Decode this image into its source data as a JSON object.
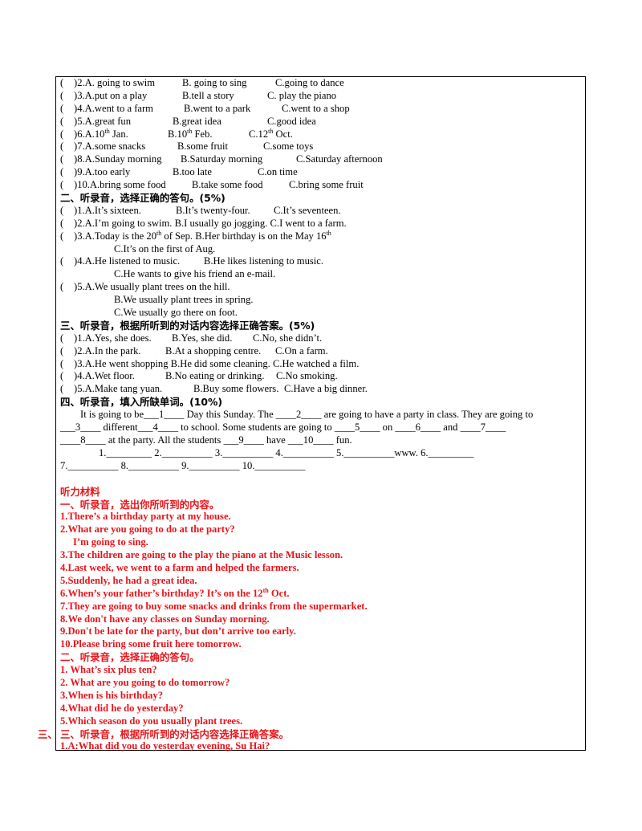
{
  "part1": [
    {
      "b": "(",
      "n": ")2.A. going to swim",
      "c": [
        [
          "B. going to sing",
          152
        ],
        [
          "C.going to dance",
          268
        ]
      ]
    },
    {
      "b": "(",
      "n": ")3.A.put on a play",
      "c": [
        [
          "B.tell a story",
          152
        ],
        [
          "C. play the piano",
          258
        ]
      ]
    },
    {
      "b": "(",
      "n": ")4.A.went to a farm",
      "c": [
        [
          "B.went to a park",
          154
        ],
        [
          "C.went to a shop",
          276
        ]
      ]
    },
    {
      "b": "(",
      "n": ")5.A.great fun",
      "c": [
        [
          "B.great idea",
          140
        ],
        [
          "C.good idea",
          258
        ]
      ]
    }
  ],
  "q6": {
    "b": "(",
    "n": ")6.A.10",
    "s1": "th",
    "t1": " Jan.",
    "b2": "B.10",
    "s2": "th",
    "t2": " Feb.",
    "c2": "C.12",
    "s3": "th",
    "t3": " Oct."
  },
  "part1b": [
    {
      "b": "(",
      "n": ")7.A.some snacks",
      "c": [
        [
          "B.some fruit",
          146
        ],
        [
          "C.some toys",
          253
        ]
      ]
    },
    {
      "b": "(",
      "n": ")8.A.Sunday morning",
      "c": [
        [
          "B.Saturday morning",
          150
        ],
        [
          "C.Saturday afternoon",
          294
        ]
      ]
    },
    {
      "b": "(",
      "n": ")9.A.too early",
      "c": [
        [
          "B.too late",
          140
        ],
        [
          "C.on time",
          246
        ]
      ]
    },
    {
      "b": "(",
      "n": ")10.A.bring some food",
      "c": [
        [
          "B.take some food",
          164
        ],
        [
          "C.bring some fruit",
          285
        ]
      ]
    }
  ],
  "h2": "二、听录音，选择正确的答句。(5%)",
  "part2": {
    "q1": {
      "b": "(",
      "n": ")1.A.It’s sixteen.",
      "c": [
        [
          "B.It’s twenty-four.",
          127
        ],
        [
          "C.It’s seventeen.",
          249
        ]
      ]
    },
    "q2": {
      "b": "(",
      "n": ")2.A.I’m going to swim. B.I usually go jogging. C.I went to a farm."
    },
    "q3a": "(",
    "q3b": ")3.A.Today is the 20",
    "q3s": "th",
    "q3c": " of Sep. B.Her birthday is on the May 16",
    "q3s2": "th",
    "q3d": "C.It’s on the first of Aug.",
    "q4": {
      "b": "(",
      "n": ")4.A.He listened to music.",
      "c": [
        [
          "B.He likes listening to music.",
          162
        ]
      ]
    },
    "q4c": "C.He wants to give his friend an e-mail.",
    "q5": {
      "b": "(",
      "n": ")5.A.We usually plant trees on the hill."
    },
    "q5b": "B.We usually plant trees in spring.",
    "q5c": "C.We usually go there on foot."
  },
  "h3": "三、听录音，根据所听到的对话内容选择正确答案。(5%)",
  "part3": [
    {
      "b": "(",
      "n": ")1.A.Yes, she does.",
      "c": [
        [
          "B.Yes, she did.",
          140
        ],
        [
          "C.No, she didn’t.",
          241
        ]
      ]
    },
    {
      "b": "(",
      "n": ")2.A.In the park.",
      "c": [
        [
          "B.At a shopping centre.",
          117
        ],
        [
          "C.On a farm.",
          254
        ]
      ]
    },
    {
      "b": "(",
      "n": ")3.A.He went shopping B.He did some cleaning. C.He watched a film."
    },
    {
      "b": "(",
      "n": ")4.A.Wet floor.",
      "c": [
        [
          "B.No eating or drinking.",
          117
        ],
        [
          "C.No smoking.",
          254
        ]
      ]
    },
    {
      "b": "(",
      "n": ")5.A.Make tang yuan.",
      "c": [
        [
          "B.Buy some flowers.",
          151
        ],
        [
          "C.Have a big dinner.",
          263
        ]
      ]
    }
  ],
  "h4": "四、听录音，填入所缺单词。(10%)",
  "passage": [
    "It is going to be___1____ Day this Sunday. The ____2____ are going to have a party in class. They are going to",
    "___3____ different___4____ to school. Some students are going to ____5____ on ____6____ and ____7____",
    "____8____ at the party. All the students ___9____ have ___10____ fun."
  ],
  "answers1": "1._________ 2.__________ 3.__________ 4.__________ 5.__________www. 6._________",
  "answers2": "7.__________ 8.__________ 9.__________ 10.__________",
  "script_title": "听力材料",
  "script_h1": "一、听录音，选出你所听到的内容。",
  "script1": [
    "1.There’s a birthday party at my house.",
    "2.What are you going to do at the party?",
    "I’m going to sing.",
    "3.The children are going to the play the piano at the Music lesson.",
    "4.Last week, we went to a farm and helped the farmers.",
    "5.Suddenly, he had a great idea."
  ],
  "script6a": "6.When’s your father’s birthday? It’s on the 12",
  "script6s": "th",
  "script6b": " Oct.",
  "script1b": [
    "7.They are going to buy some snacks and drinks from the supermarket.",
    "8.We don't have any classes on Sunday morning.",
    "9.Don't be late for the party, but don’t arrive too early.",
    "10.Please bring some fruit here tomorrow."
  ],
  "script_h2": "二、听录音，选择正确的答句。",
  "script2": [
    "1. What’s six plus ten?",
    "2. What are you going to do tomorrow?",
    "3.When is his birthday?",
    "4.What did he do yesterday?",
    "5.Which season do you usually plant trees."
  ],
  "script_h3_out": "三、",
  "script_h3": "三、听录音，根据所听到的对话内容选择正确答案。",
  "script3": [
    "1.A:What did you do yesterday evening, Su Hai?"
  ]
}
